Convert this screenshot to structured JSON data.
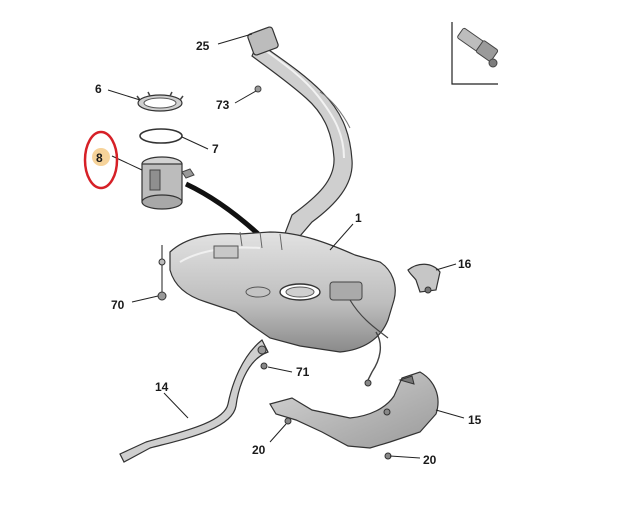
{
  "callouts": {
    "c25": "25",
    "c73": "73",
    "c6": "6",
    "c7": "7",
    "c8": "8",
    "c1": "1",
    "c16": "16",
    "c70": "70",
    "c71": "71",
    "c14": "14",
    "c15": "15",
    "c20a": "20",
    "c20b": "20"
  },
  "highlight": {
    "part": "8",
    "color": "#d62027",
    "fill": "#f6d39a"
  },
  "colors": {
    "metal_light": "#d8d8d8",
    "metal_mid": "#b4b4b4",
    "metal_dark": "#7d7d7d",
    "line": "#222222"
  }
}
